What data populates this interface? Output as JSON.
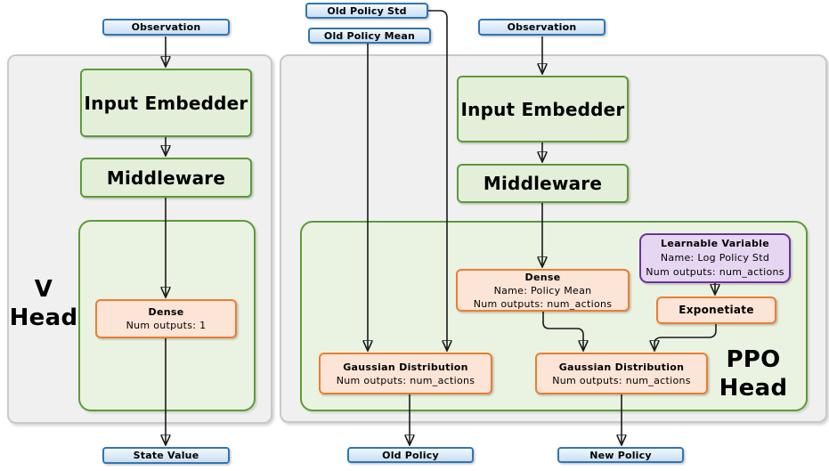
{
  "colors": {
    "blue_border": "#2E75B6",
    "green_border": "#5B9B38",
    "orange_border": "#ED7D31",
    "purple_border": "#7030A0",
    "panel_fill": "#F0F0F0"
  },
  "v_head": {
    "label_line1": "V",
    "label_line2": "Head",
    "observation": "Observation",
    "input_embedder": "Input Embedder",
    "middleware": "Middleware",
    "dense_title": "Dense",
    "dense_outputs": "Num outputs: 1",
    "state_value": "State Value"
  },
  "ppo_head": {
    "label_line1": "PPO",
    "label_line2": "Head",
    "old_policy_std": "Old Policy Std",
    "old_policy_mean": "Old Policy Mean",
    "observation": "Observation",
    "input_embedder": "Input Embedder",
    "middleware": "Middleware",
    "dense_title": "Dense",
    "dense_name": "Name: Policy Mean",
    "dense_outputs": "Num outputs: num_actions",
    "learnable_title": "Learnable Variable",
    "learnable_name": "Name: Log Policy Std",
    "learnable_outputs": "Num outputs: num_actions",
    "exponetiate": "Exponetiate",
    "gaussian_old_title": "Gaussian Distribution",
    "gaussian_old_outputs": "Num outputs: num_actions",
    "gaussian_new_title": "Gaussian Distribution",
    "gaussian_new_outputs": "Num outputs: num_actions",
    "old_policy": "Old Policy",
    "new_policy": "New Policy"
  }
}
